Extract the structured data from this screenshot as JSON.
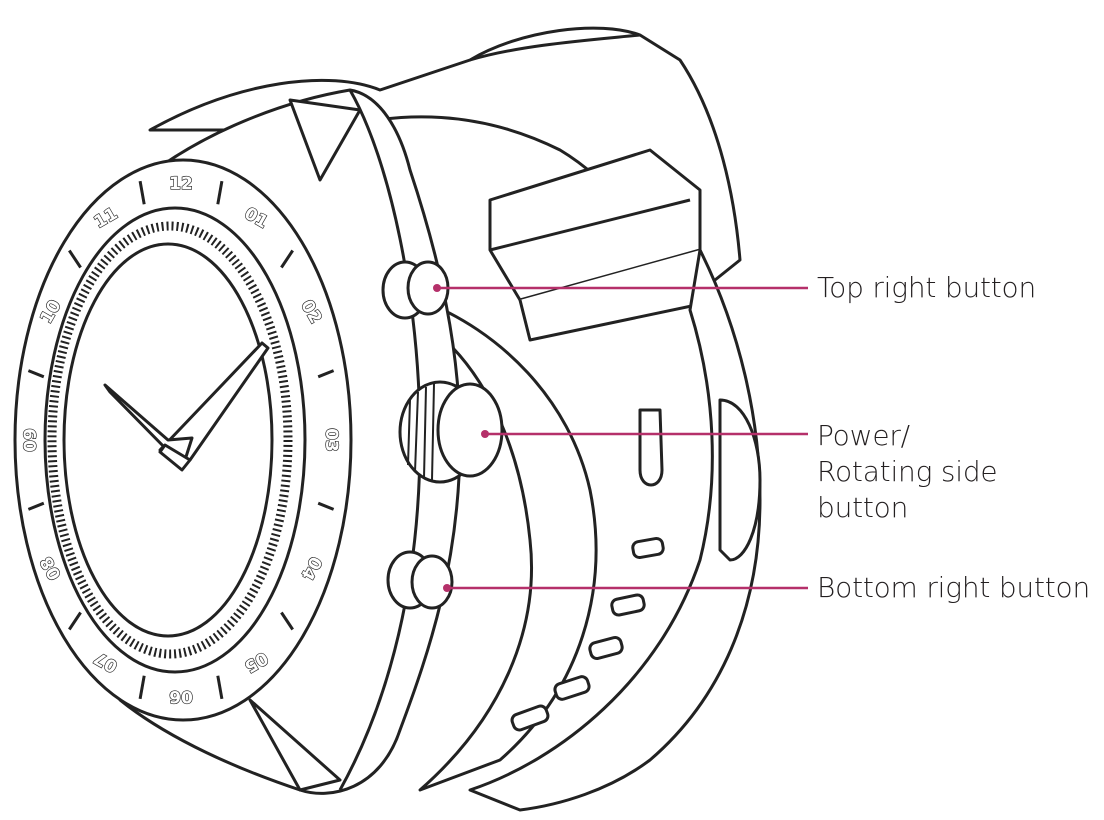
{
  "diagram": {
    "callouts": [
      {
        "id": "top",
        "label": "Top right button"
      },
      {
        "id": "power",
        "lines": [
          "Power/",
          "Rotating side",
          "button"
        ]
      },
      {
        "id": "bottom",
        "label": "Bottom right button"
      }
    ],
    "bezel_numbers": [
      "12",
      "01",
      "02",
      "03",
      "04",
      "05",
      "06",
      "07",
      "08",
      "09",
      "10",
      "11"
    ],
    "leader_color": "#b5306a",
    "line_color": "#222222"
  }
}
